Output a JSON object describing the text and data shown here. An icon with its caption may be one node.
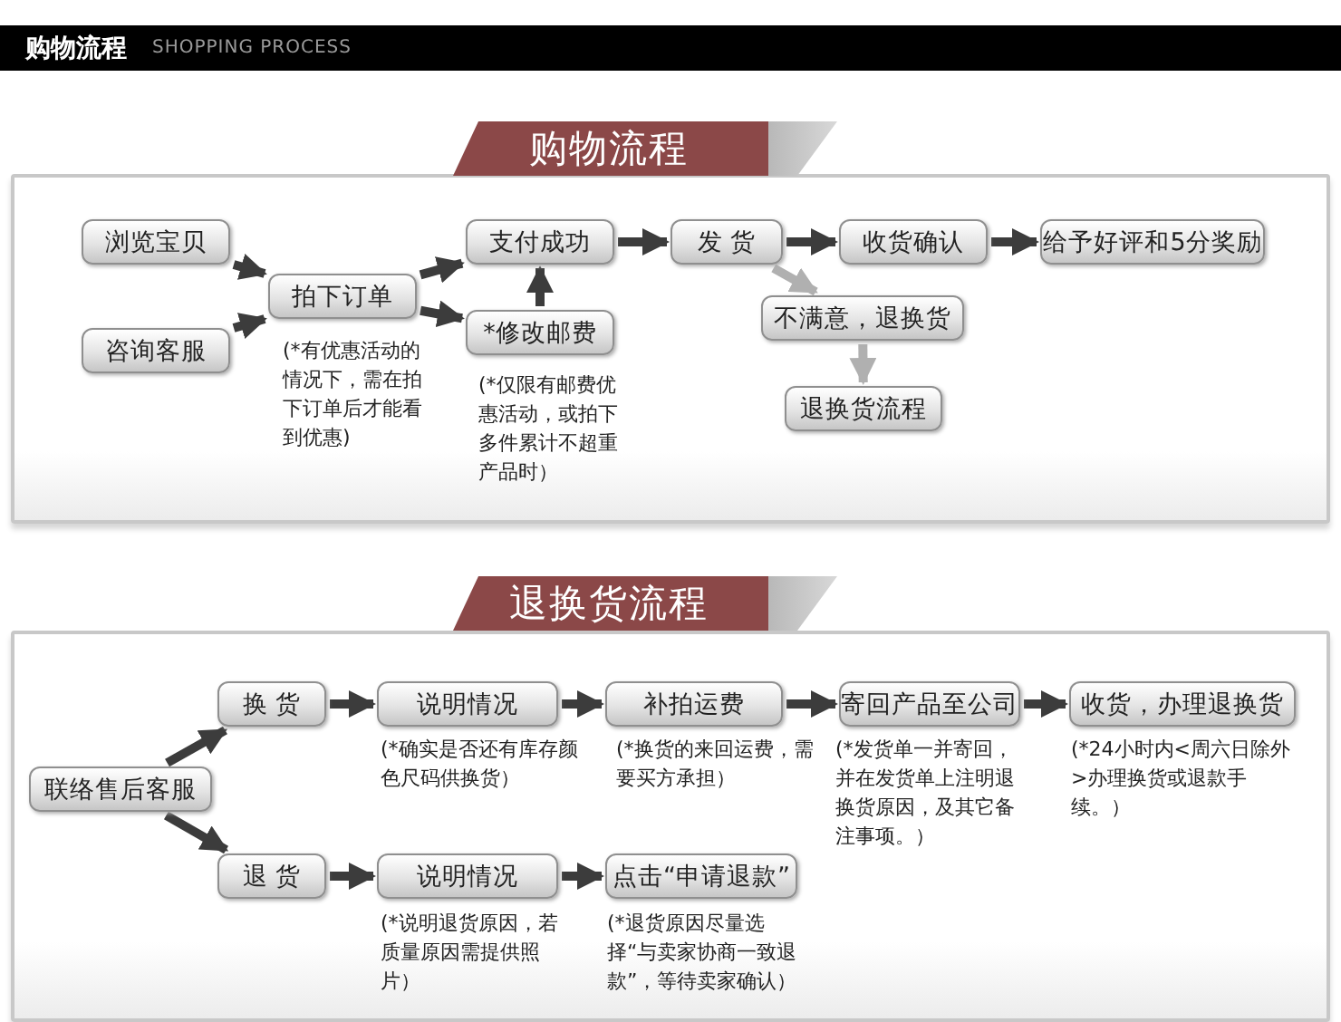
{
  "diagram": {
    "title": "购物流程",
    "nodes": [
      {
        "text": [
          "购物流程"
        ]
      },
      {
        "text": [
          "浏览宝贝"
        ],
        "in": 0
      },
      {
        "text": [
          "咨询客服"
        ],
        "in": 0
      },
      {
        "text": [
          "拍下订单"
        ],
        "in": 0,
        "beside": [
          "(*有优惠活动的情况下，需在拍下订单后才能看到优惠)"
        ]
      },
      {
        "text": [
          "支付成功"
        ],
        "in": 0
      },
      {
        "text": [
          "*修改邮费"
        ],
        "in": 0,
        "beside": [
          "(*仅限有邮费优惠活动，或拍下多件累计不超重产品时）"
        ]
      },
      {
        "text": [
          "发 货"
        ],
        "in": 0
      },
      {
        "text": [
          "收货确认"
        ],
        "in": 0
      },
      {
        "text": [
          "给予好评和5分奖励"
        ],
        "in": 0
      },
      {
        "text": [
          "不满意，退换货"
        ],
        "in": 0
      },
      {
        "text": [
          "退换货流程"
        ],
        "in": 0
      },
      {
        "text": [
          "退换货流程"
        ]
      },
      {
        "text": [
          "联络售后客服"
        ],
        "in": 11
      },
      {
        "text": [
          "换 货"
        ],
        "in": 11
      },
      {
        "text": [
          "说明情况"
        ],
        "in": 11,
        "beside": [
          "(*确实是否还有库存颜色尺码供换货）"
        ]
      },
      {
        "text": [
          "补拍运费"
        ],
        "in": 11,
        "beside": [
          "(*换货的来回运费，需要买方承担）"
        ]
      },
      {
        "text": [
          "寄回产品至公司"
        ],
        "in": 11,
        "beside": [
          "(*发货单一并寄回，并在发货单上注明退换货原因，及其它备注事项。）"
        ]
      },
      {
        "text": [
          "收货，办理退换货"
        ],
        "in": 11,
        "beside": [
          "(*24小时内<周六日除外>办理换货或退款手续。）"
        ]
      },
      {
        "text": [
          "退 货"
        ],
        "in": 11
      },
      {
        "text": [
          "说明情况"
        ],
        "in": 11,
        "beside": [
          "(*说明退货原因，若质量原因需提供照片）"
        ]
      },
      {
        "text": [
          "点击“申请退款”"
        ],
        "in": 11,
        "beside": [
          "(*退货原因尽量选择“与卖家协商一致退款”，等待卖家确认）"
        ]
      }
    ],
    "edges": [
      {
        "from": 1,
        "to": 3,
        "arrow": "to"
      },
      {
        "from": 2,
        "to": 3,
        "arrow": "to"
      },
      {
        "from": 3,
        "to": 4,
        "arrow": "to"
      },
      {
        "from": 3,
        "to": 5,
        "arrow": "to"
      },
      {
        "from": 5,
        "to": 4,
        "arrow": "to"
      },
      {
        "from": 4,
        "to": 6,
        "arrow": "to"
      },
      {
        "from": 6,
        "to": 7,
        "arrow": "to"
      },
      {
        "from": 7,
        "to": 8,
        "arrow": "to"
      },
      {
        "from": 6,
        "to": 9,
        "arrow": "to",
        "color": "#b0b0b0"
      },
      {
        "from": 9,
        "to": 10,
        "arrow": "to",
        "color": "#b0b0b0"
      },
      {
        "from": 12,
        "to": 13,
        "arrow": "to"
      },
      {
        "from": 12,
        "to": 18,
        "arrow": "to"
      },
      {
        "from": 13,
        "to": 14,
        "arrow": "to"
      },
      {
        "from": 14,
        "to": 15,
        "arrow": "to"
      },
      {
        "from": 15,
        "to": 16,
        "arrow": "to"
      },
      {
        "from": 16,
        "to": 17,
        "arrow": "to"
      },
      {
        "from": 18,
        "to": 19,
        "arrow": "to"
      },
      {
        "from": 19,
        "to": 20,
        "arrow": "to"
      }
    ],
    "labels": [
      "SHOPPING PROCESS"
    ]
  }
}
